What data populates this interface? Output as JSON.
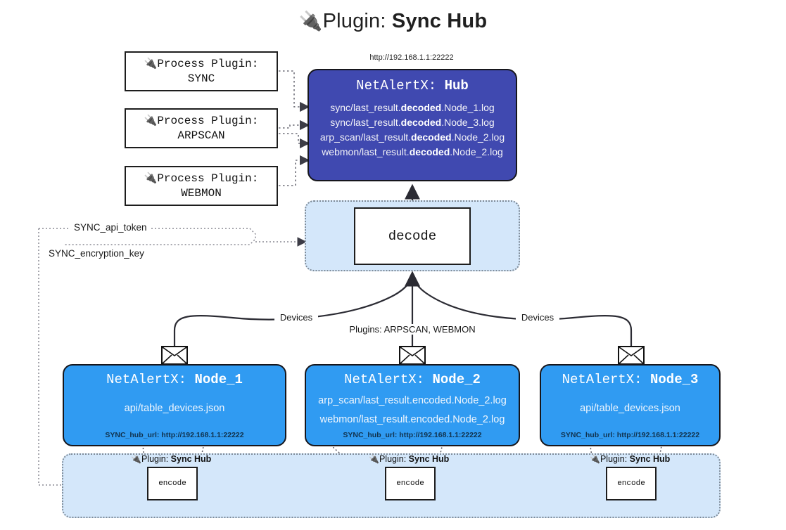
{
  "title": {
    "icon": "plug-icon",
    "prefix": "Plugin:",
    "name": "Sync Hub"
  },
  "hub": {
    "url": "http://192.168.1.1:22222",
    "title_prefix": "NetAlertX:",
    "title_name": "Hub",
    "logs": [
      {
        "pre": "sync/last_result.",
        "mid": "decoded",
        "post": ".Node_1.log"
      },
      {
        "pre": "sync/last_result.",
        "mid": "decoded",
        "post": ".Node_3.log"
      },
      {
        "pre": "arp_scan/last_result.",
        "mid": "decoded",
        "post": ".Node_2.log"
      },
      {
        "pre": "webmon/last_result.",
        "mid": "decoded",
        "post": ".Node_2.log"
      }
    ]
  },
  "process_plugins": [
    {
      "line1": "Process Plugin:",
      "line2": "SYNC"
    },
    {
      "line1": "Process Plugin:",
      "line2": "ARPSCAN"
    },
    {
      "line1": "Process Plugin:",
      "line2": "WEBMON"
    }
  ],
  "decode": {
    "label": "decode"
  },
  "secrets": [
    {
      "label": "SYNC_api_token"
    },
    {
      "label": "SYNC_encryption_key"
    }
  ],
  "edge_labels": {
    "devices_left": "Devices",
    "devices_right": "Devices",
    "plugins_center": "Plugins: ARPSCAN, WEBMON"
  },
  "nodes": [
    {
      "title_prefix": "NetAlertX:",
      "title_name": "Node_1",
      "lines": [
        "api/table_devices.json"
      ],
      "hub_url_label": "SYNC_hub_url: http://192.168.1.1:22222"
    },
    {
      "title_prefix": "NetAlertX:",
      "title_name": "Node_2",
      "lines": [
        "arp_scan/last_result.encoded.Node_2.log",
        "webmon/last_result.encoded.Node_2.log"
      ],
      "hub_url_label": "SYNC_hub_url: http://192.168.1.1:22222"
    },
    {
      "title_prefix": "NetAlertX:",
      "title_name": "Node_3",
      "lines": [
        "api/table_devices.json"
      ],
      "hub_url_label": "SYNC_hub_url: http://192.168.1.1:22222"
    }
  ],
  "encoders": [
    {
      "plugin_prefix": "Plugin:",
      "plugin_name": "Sync Hub",
      "label": "encode"
    },
    {
      "plugin_prefix": "Plugin:",
      "plugin_name": "Sync Hub",
      "label": "encode"
    },
    {
      "plugin_prefix": "Plugin:",
      "plugin_name": "Sync Hub",
      "label": "encode"
    }
  ],
  "colors": {
    "hub": "#4049b0",
    "node": "#309bf2",
    "container": "#d4e7fa",
    "stroke": "#16161c"
  }
}
